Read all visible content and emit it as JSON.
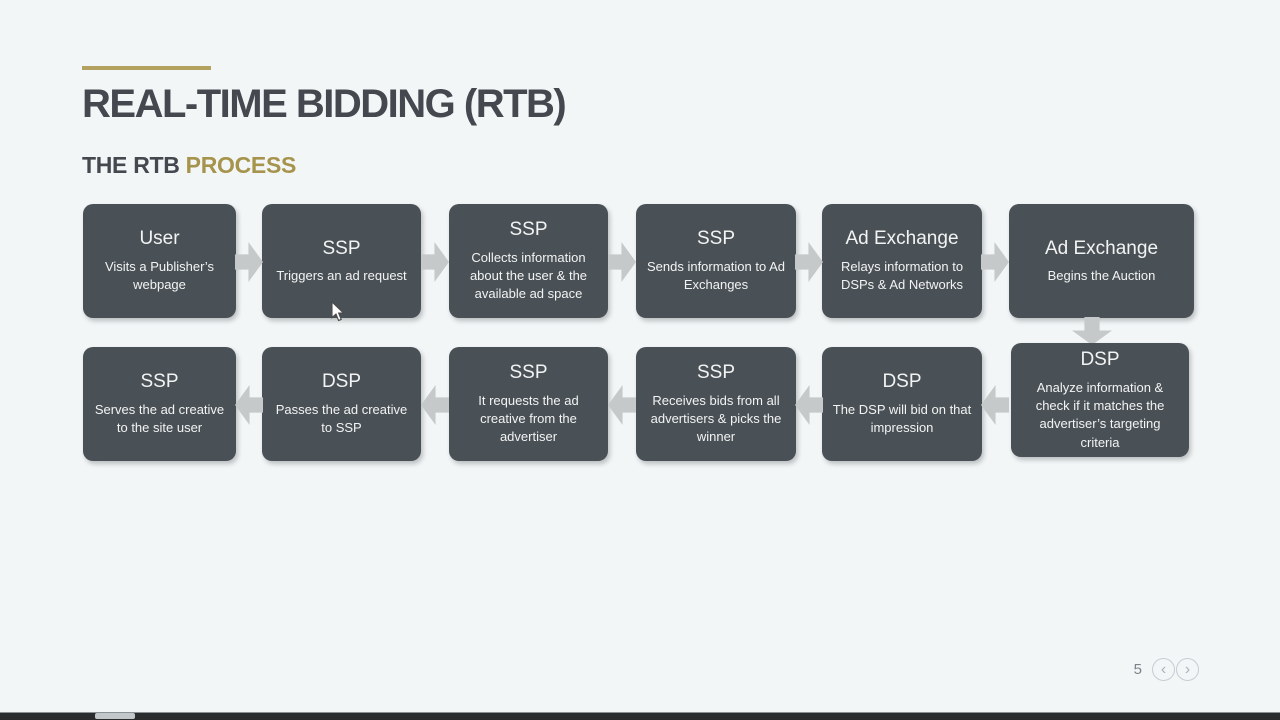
{
  "slide": {
    "title": "REAL-TIME BIDDING (RTB)",
    "subtitle_prefix": "THE RTB",
    "subtitle_accent": "PROCESS",
    "page_number": "5"
  },
  "colors": {
    "background": "#f3f6f7",
    "step_box": "#4a5156",
    "accent_gold": "#b3a25f",
    "subtitle_accent_gold": "#a6944d",
    "title_text": "#45494f",
    "arrow_gray": "#c5c9ca",
    "box_text": "#f2f3f3"
  },
  "process": {
    "row1": [
      {
        "title": "User",
        "desc": "Visits a Publisher’s webpage"
      },
      {
        "title": "SSP",
        "desc": "Triggers an ad request"
      },
      {
        "title": "SSP",
        "desc": "Collects information about the user & the available ad space"
      },
      {
        "title": "SSP",
        "desc": "Sends information to Ad Exchanges"
      },
      {
        "title": "Ad Exchange",
        "desc": "Relays information to DSPs & Ad Networks"
      },
      {
        "title": "Ad Exchange",
        "desc": "Begins the Auction"
      }
    ],
    "row2": [
      {
        "title": "SSP",
        "desc": "Serves the ad creative to the site user"
      },
      {
        "title": "DSP",
        "desc": "Passes the ad creative to SSP"
      },
      {
        "title": "SSP",
        "desc": "It requests the ad creative from the advertiser"
      },
      {
        "title": "SSP",
        "desc": "Receives bids from all advertisers & picks the winner"
      },
      {
        "title": "DSP",
        "desc": "The DSP will bid on that impression"
      },
      {
        "title": "DSP",
        "desc": "Analyze information & check if it matches the advertiser’s targeting criteria"
      }
    ]
  },
  "nav": {
    "prev": "‹",
    "next": "›"
  }
}
